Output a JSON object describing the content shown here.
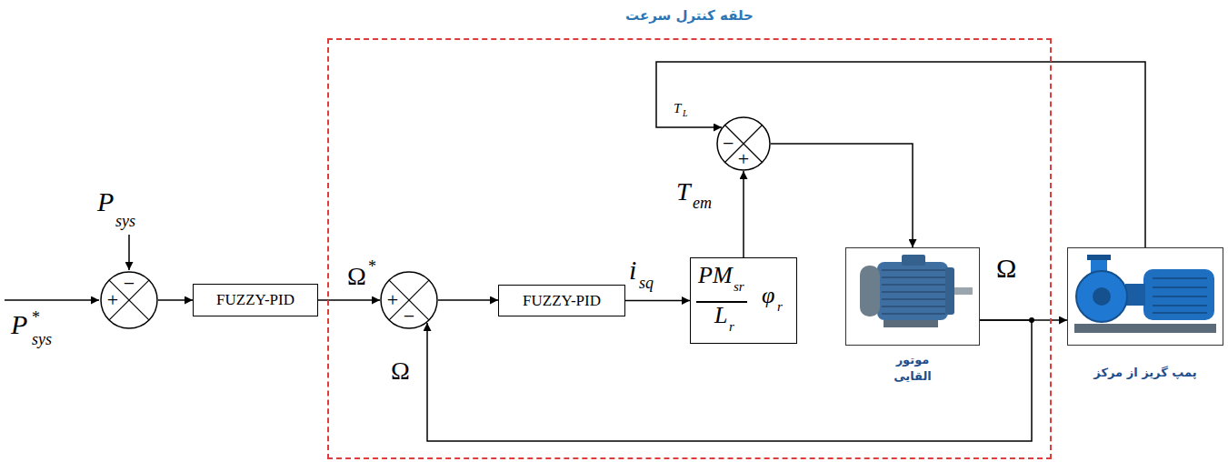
{
  "diagram": {
    "nodes": [
      {
        "text": [
          "حلقه کنترل سرعت"
        ]
      },
      {
        "text": [
          "+",
          "−"
        ]
      },
      {
        "text": [
          "FUZZY-PID"
        ]
      },
      {
        "text": [
          "+",
          "−"
        ],
        "in": 0
      },
      {
        "text": [
          "FUZZY-PID"
        ],
        "in": 0
      },
      {
        "text": [
          "PM",
          "sr",
          "L",
          "r",
          "φ",
          "r"
        ],
        "in": 0
      },
      {
        "text": [
          "−",
          "+"
        ],
        "in": 0
      },
      {
        "text": [
          "موتور القایی"
        ],
        "in": 0
      },
      {
        "text": [
          "پمپ گریز از مرکز"
        ]
      }
    ],
    "edges": [
      {
        "from": 1,
        "to": 2,
        "arrow": "to"
      },
      {
        "from": 2,
        "to": 3,
        "arrow": "to"
      },
      {
        "from": 3,
        "to": 4,
        "arrow": "to"
      },
      {
        "from": 4,
        "to": 5,
        "arrow": "to"
      },
      {
        "from": 5,
        "to": 6,
        "arrow": "to"
      },
      {
        "from": 6,
        "to": 7,
        "arrow": "to"
      },
      {
        "from": 7,
        "to": 8,
        "arrow": "to"
      },
      {
        "from": 8,
        "to": 6,
        "arrow": "to"
      },
      {
        "from": 7,
        "to": 3,
        "arrow": "to"
      }
    ],
    "labels": [
      "P",
      "sys",
      "P",
      "*",
      "sys",
      "Ω",
      "*",
      "Ω",
      "i",
      "sq",
      "T",
      "L",
      "T",
      "em",
      "Ω"
    ]
  }
}
